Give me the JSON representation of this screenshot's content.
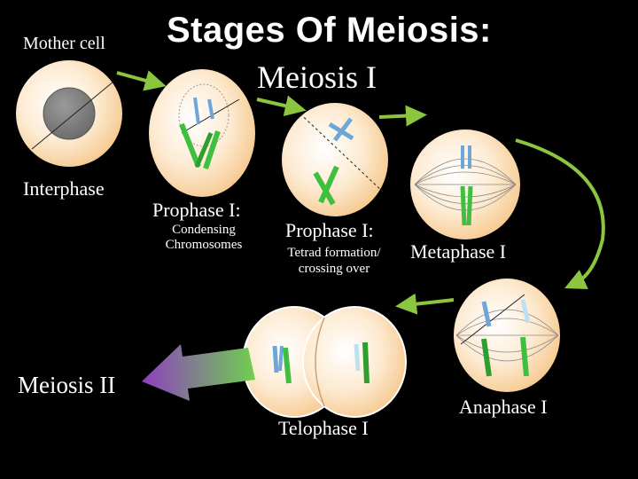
{
  "title": "Stages Of Meiosis:",
  "subtitle": "Meiosis I",
  "labels": {
    "mother_cell": "Mother cell",
    "interphase": "Interphase",
    "prophase1": "Prophase I:",
    "prophase1_sub": "Condensing Chromosomes",
    "prophase1b": "Prophase I:",
    "prophase1b_sub": "Tetrad formation/ crossing over",
    "metaphase1": "Metaphase I",
    "anaphase1": "Anaphase I",
    "telophase1": "Telophase I",
    "meiosis2": "Meiosis II"
  },
  "colors": {
    "background": "#000000",
    "cell_fill": "#fde4c4",
    "arrow_green": "#8cc63f",
    "chromosome_green": "#3fbf3f",
    "chromosome_blue": "#6fa6d8",
    "meiosis2_arrow": "#8e3fbf"
  }
}
